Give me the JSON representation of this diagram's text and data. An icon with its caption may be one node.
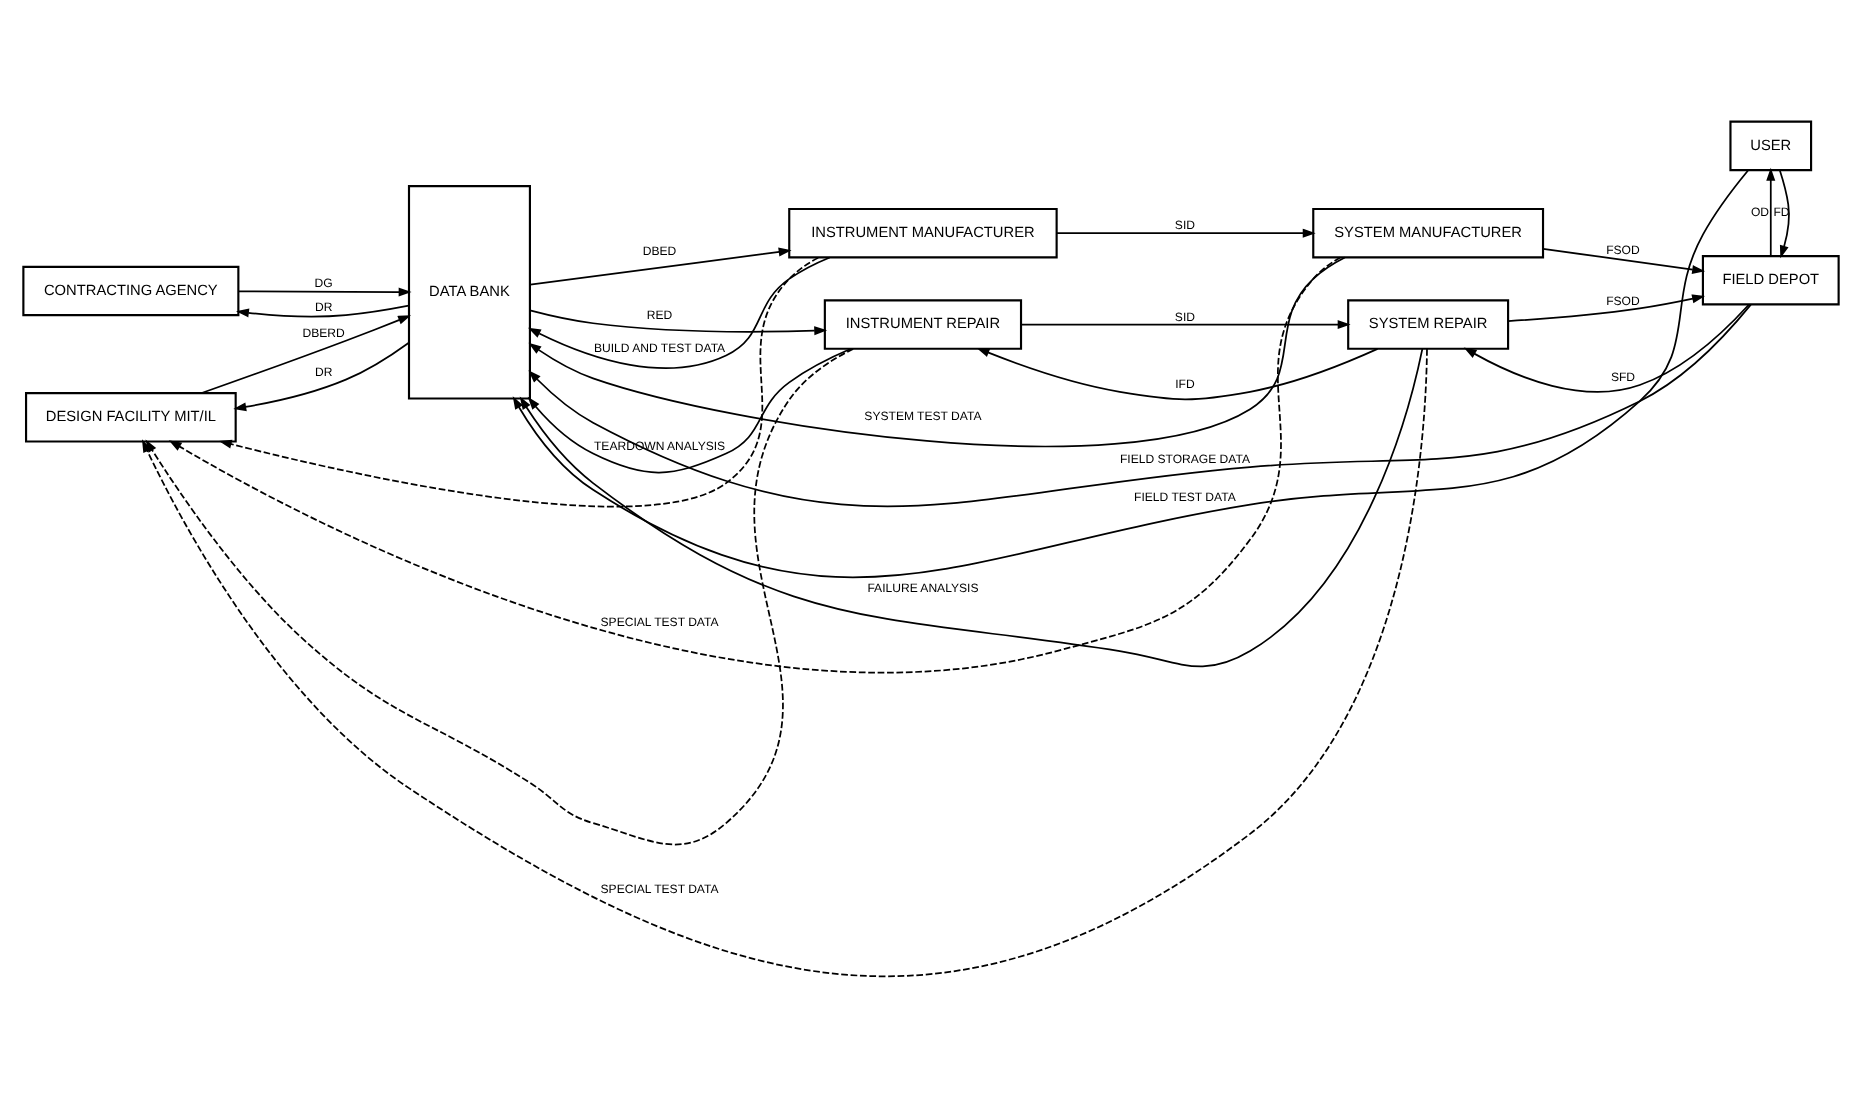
{
  "diagram": {
    "nodes": [
      {
        "text": [
          "CONTRACTING AGENCY"
        ]
      },
      {
        "text": [
          "DESIGN FACILITY MIT/IL"
        ]
      },
      {
        "text": [
          "DATA BANK"
        ]
      },
      {
        "text": [
          "INSTRUMENT MANUFACTURER"
        ]
      },
      {
        "text": [
          "SYSTEM MANUFACTURER"
        ]
      },
      {
        "text": [
          "FIELD DEPOT"
        ]
      },
      {
        "text": [
          "USER"
        ]
      },
      {
        "text": [
          "INSTRUMENT REPAIR"
        ]
      },
      {
        "text": [
          "SYSTEM REPAIR"
        ]
      }
    ],
    "edges": [
      {
        "from": 2,
        "to": 3,
        "label": "DBED",
        "arrow": "to"
      },
      {
        "from": 3,
        "to": 4,
        "label": "SID",
        "arrow": "to"
      },
      {
        "from": 4,
        "to": 5,
        "label": "FSOD",
        "arrow": "to"
      },
      {
        "from": 3,
        "to": 2,
        "label": "BUILD AND TEST DATA",
        "arrow": "to"
      },
      {
        "from": 0,
        "to": 2,
        "label": "DG",
        "arrow": "to"
      },
      {
        "from": 2,
        "to": 0,
        "label": "DR",
        "arrow": "to"
      },
      {
        "from": 4,
        "to": 2,
        "label": "SYSTEM TEST DATA",
        "arrow": "to"
      },
      {
        "from": 5,
        "to": 2,
        "label": "FIELD STORAGE DATA",
        "arrow": "to"
      },
      {
        "from": 6,
        "to": 2,
        "label": "FIELD TEST DATA",
        "arrow": "to"
      },
      {
        "from": 6,
        "to": 5,
        "label": "FD",
        "arrow": "to"
      },
      {
        "from": 5,
        "to": 6,
        "label": "OD",
        "arrow": "to"
      },
      {
        "from": 8,
        "to": 2,
        "label": "FAILURE ANALYSIS",
        "arrow": "to"
      },
      {
        "from": 1,
        "to": 2,
        "label": "DBERD",
        "arrow": "to"
      },
      {
        "from": 2,
        "to": 1,
        "label": "DR",
        "arrow": "to"
      },
      {
        "from": 7,
        "to": 2,
        "label": "TEARDOWN ANALYSIS",
        "arrow": "to"
      },
      {
        "from": 2,
        "to": 7,
        "label": "RED",
        "arrow": "to"
      },
      {
        "from": 8,
        "to": 7,
        "label": "IFD",
        "arrow": "to"
      },
      {
        "from": 7,
        "to": 8,
        "label": "SID",
        "arrow": "to"
      },
      {
        "from": 5,
        "to": 8,
        "label": "SFD",
        "arrow": "to"
      },
      {
        "from": 8,
        "to": 5,
        "label": "FSOD",
        "arrow": "to"
      },
      {
        "from": 4,
        "to": 1,
        "label": "SPECIAL TEST DATA",
        "arrow": "to",
        "style": "dashed"
      },
      {
        "from": 3,
        "to": 1,
        "arrow": "to",
        "style": "dashed"
      },
      {
        "from": 8,
        "to": 1,
        "label": "SPECIAL TEST DATA",
        "arrow": "to",
        "style": "dashed"
      },
      {
        "from": 7,
        "to": 1,
        "arrow": "to",
        "style": "dashed"
      }
    ]
  }
}
